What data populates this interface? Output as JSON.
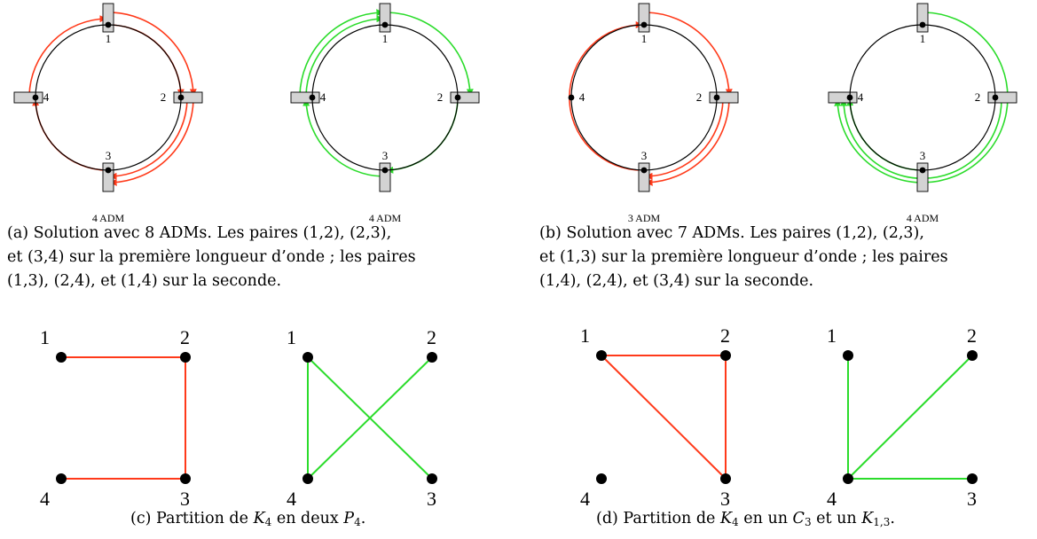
{
  "colors": {
    "red": "#ff3a1a",
    "green": "#2bdc2b",
    "box_fill": "#d3d3d3"
  },
  "ring_figures": [
    {
      "nodes": [
        "1",
        "2",
        "3",
        "4"
      ],
      "adm": "4 ADM"
    },
    {
      "nodes": [
        "1",
        "2",
        "3",
        "4"
      ],
      "adm": "4 ADM"
    },
    {
      "nodes": [
        "1",
        "2",
        "3",
        "4"
      ],
      "adm": "3 ADM"
    },
    {
      "nodes": [
        "1",
        "2",
        "3",
        "4"
      ],
      "adm": "4 ADM"
    }
  ],
  "captions": {
    "a": [
      "(a) Solution avec 8 ADMs. Les paires (1,2), (2,3),",
      "et (3,4) sur la première longueur d’onde ; les paires",
      "(1,3), (2,4), et (1,4) sur la seconde."
    ],
    "b": [
      "(b) Solution avec 7 ADMs. Les paires (1,2), (2,3),",
      "et (1,3) sur la première longueur d’onde ; les paires",
      "(1,4), (2,4), et (3,4) sur la seconde."
    ],
    "c": {
      "prefix": "(c) Partition de ",
      "k": "K",
      "k_sub": "4",
      "middle": " en deux ",
      "p": "P",
      "p_sub": "4",
      "suffix": "."
    },
    "d": {
      "prefix": "(d) Partition de ",
      "k": "K",
      "k_sub": "4",
      "middle": " en un ",
      "c": "C",
      "c_sub": "3",
      "and": " et un ",
      "k2": "K",
      "k2_sub": "1,3",
      "suffix": "."
    }
  },
  "graphs": [
    {
      "labels": [
        "1",
        "2",
        "3",
        "4"
      ]
    },
    {
      "labels": [
        "1",
        "2",
        "3",
        "4"
      ]
    },
    {
      "labels": [
        "1",
        "2",
        "3",
        "4"
      ]
    },
    {
      "labels": [
        "1",
        "2",
        "3",
        "4"
      ]
    }
  ]
}
